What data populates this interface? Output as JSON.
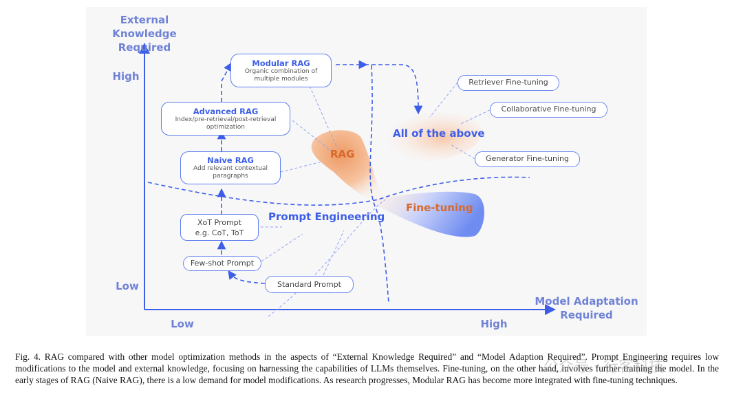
{
  "figure": {
    "y_axis_label": [
      "External Knowledge",
      "Required"
    ],
    "x_axis_label": [
      "Model Adaptation",
      "Required"
    ],
    "y_high": "High",
    "y_low": "Low",
    "x_low": "Low",
    "x_high": "High",
    "rag_boxes": [
      {
        "title": "Modular RAG",
        "desc": [
          "Organic combination of",
          "multiple modules"
        ]
      },
      {
        "title": "Advanced RAG",
        "desc": [
          "Index/pre-retrieval/post-retrieval",
          "optimization"
        ]
      },
      {
        "title": "Naive RAG",
        "desc": [
          "Add relevant contextual",
          "paragraphs"
        ]
      }
    ],
    "prompt_boxes": {
      "xot": [
        "XoT Prompt",
        "e.g. CoT, ToT"
      ],
      "few_shot": "Few-shot Prompt",
      "standard": "Standard Prompt"
    },
    "finetune_boxes": [
      "Retriever Fine-tuning",
      "Collaborative Fine-tuning",
      "Generator Fine-tuning"
    ],
    "regions": {
      "rag": "RAG",
      "all": "All of the above",
      "fine_tuning": "Fine-tuning",
      "prompt_engineering": "Prompt Engineering"
    },
    "colors": {
      "blue": "#3d5ee8",
      "axis_label": "#6f82d6",
      "orange": "#d9692a",
      "rag_blob": "#f0a77a",
      "ft_blob": "#6f8cf0"
    }
  },
  "caption": "Fig. 4.  RAG compared with other model optimization methods in the aspects of “External Knowledge Required” and “Model Adaption Required”. Prompt Engineering requires low modifications to the model and external knowledge, focusing on harnessing the capabilities of LLMs themselves. Fine-tuning, on the other hand, involves further training the model. In the early stages of RAG (Naive RAG), there is a low demand for model modifications. As research progresses, Modular RAG has become more integrated with fine-tuning techniques.",
  "watermark": "公众号 · 行客科技"
}
